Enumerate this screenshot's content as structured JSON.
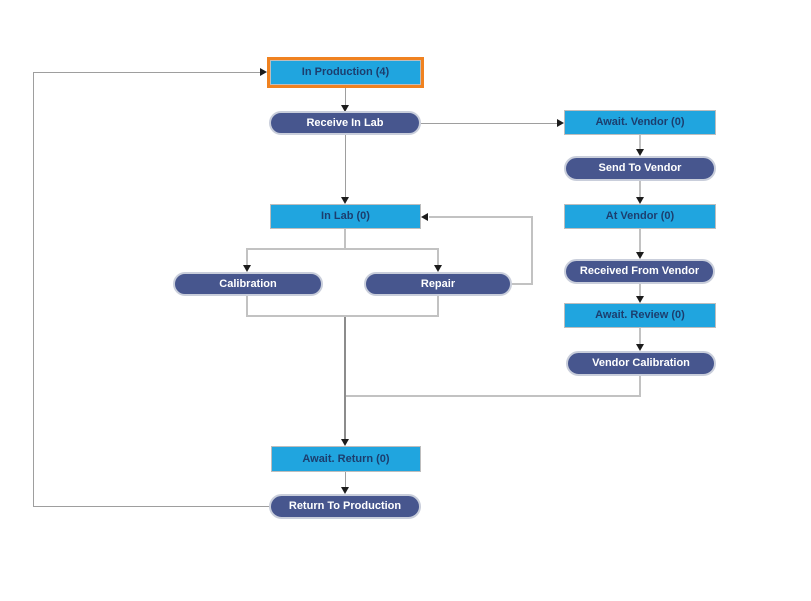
{
  "diagram": {
    "type": "workflow-state-diagram",
    "selected_node": "In Production (4)",
    "colors": {
      "state_fill": "#20A5DF",
      "state_text": "#1C3E6E",
      "action_fill": "#47568E",
      "action_border": "#C9CEDB",
      "action_text": "#FFFFFF",
      "selection_border": "#F08220",
      "connector": "#9E9E9E",
      "branch_connector": "#C2C2C2",
      "arrowhead": "#1C1C1C",
      "background": "#FFFFFF"
    },
    "nodes": {
      "in_production": {
        "label": "In Production (4)",
        "type": "state",
        "selected": true
      },
      "receive_in_lab": {
        "label": "Receive In Lab",
        "type": "action"
      },
      "await_vendor": {
        "label": "Await. Vendor (0)",
        "type": "state"
      },
      "send_to_vendor": {
        "label": "Send To Vendor",
        "type": "action"
      },
      "in_lab": {
        "label": "In Lab (0)",
        "type": "state"
      },
      "at_vendor": {
        "label": "At Vendor (0)",
        "type": "state"
      },
      "calibration": {
        "label": "Calibration",
        "type": "action"
      },
      "repair": {
        "label": "Repair",
        "type": "action"
      },
      "received_from_vendor": {
        "label": "Received From Vendor",
        "type": "action"
      },
      "await_review": {
        "label": "Await. Review (0)",
        "type": "state"
      },
      "vendor_calibration": {
        "label": "Vendor Calibration",
        "type": "action"
      },
      "await_return": {
        "label": "Await. Return (0)",
        "type": "state"
      },
      "return_to_production": {
        "label": "Return To Production",
        "type": "action"
      }
    },
    "edges": [
      "In Production -> Receive In Lab",
      "Receive In Lab -> In Lab",
      "Receive In Lab -> Await. Vendor",
      "Await. Vendor -> Send To Vendor",
      "Send To Vendor -> At Vendor",
      "At Vendor -> Received From Vendor",
      "Received From Vendor -> Await. Review",
      "Await. Review -> Vendor Calibration",
      "In Lab -> Calibration",
      "In Lab -> Repair",
      "Repair -> In Lab",
      "Calibration -> Await. Return",
      "Repair -> Await. Return",
      "Vendor Calibration -> Await. Return",
      "Await. Return -> Return To Production",
      "Return To Production -> In Production"
    ]
  }
}
